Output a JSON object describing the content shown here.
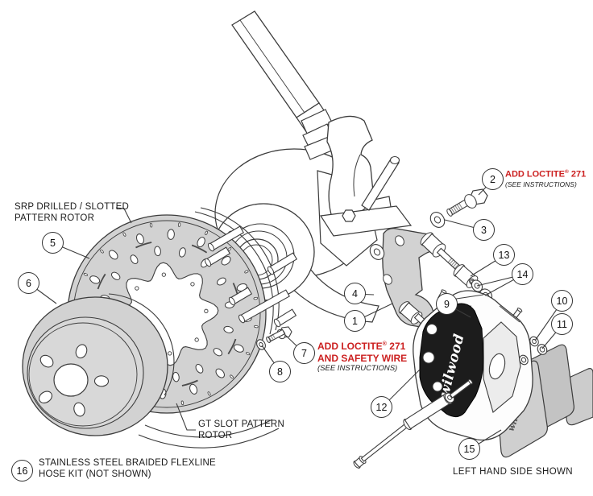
{
  "figure": {
    "background": "#ffffff",
    "line_color": "#3c3c3c",
    "fill_gray": "#d2d2d2",
    "caliper_color": "#1c1c1c",
    "accent_red": "#cc2020"
  },
  "callouts": [
    "1",
    "2",
    "3",
    "4",
    "5",
    "6",
    "7",
    "8",
    "9",
    "10",
    "11",
    "12",
    "13",
    "14",
    "15",
    "16"
  ],
  "labels": {
    "srp_line1": "SRP DRILLED / SLOTTED",
    "srp_line2": "PATTERN ROTOR",
    "gt_line1": "GT SLOT PATTERN",
    "gt_line2": "ROTOR",
    "flexline_line1": "STAINLESS STEEL BRAIDED FLEXLINE",
    "flexline_line2": "HOSE KIT (NOT SHOWN)",
    "left_hand_side": "LEFT HAND SIDE SHOWN",
    "add_loctite": "ADD LOCTITE",
    "reg_mark": "®",
    "loctite_num": " 271",
    "and_safety_wire": "AND SAFETY WIRE",
    "see_instructions": "(SEE INSTRUCTIONS)",
    "brand": "wilwood"
  }
}
